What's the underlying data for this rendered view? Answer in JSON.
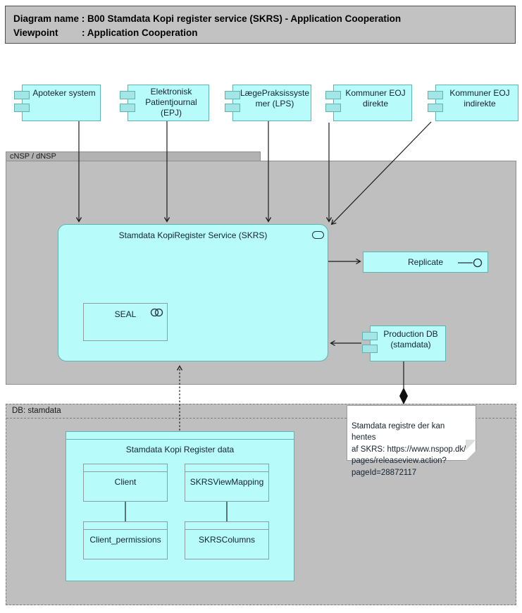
{
  "title": {
    "line1": "Diagram name : B00 Stamdata Kopi register service (SKRS) - Application Cooperation",
    "line2_label": "Viewpoint",
    "line2_value": ": Application Cooperation"
  },
  "actors": [
    {
      "label": "Apoteker system"
    },
    {
      "label": "Elektronisk\nPatientjournal\n(EPJ)"
    },
    {
      "label": "LægePraksissyste\nmer (LPS)"
    },
    {
      "label": "Kommuner EOJ\ndirekte"
    },
    {
      "label": "Kommuner EOJ\nindirekte"
    }
  ],
  "groups": {
    "cnsp_label": "cNSP / dNSP",
    "db_label": "DB: stamdata"
  },
  "service": {
    "label": "Stamdata KopiRegister Service (SKRS)"
  },
  "seal": {
    "label": "SEAL"
  },
  "replicate": {
    "label": "Replicate"
  },
  "production_db": {
    "label": "Production DB\n(stamdata)"
  },
  "note": {
    "text": "Stamdata registre der kan hentes\naf SKRS: https://www.nspop.dk/\npages/releaseview.action?\npageId=28872117"
  },
  "database": {
    "title": "Stamdata Kopi Register data",
    "tables": [
      {
        "name": "Client"
      },
      {
        "name": "SKRSViewMapping"
      },
      {
        "name": "Client_permissions"
      },
      {
        "name": "SKRSColumns"
      }
    ]
  },
  "colors": {
    "element_fill": "#b8fbfb",
    "element_border": "#5fb3b3",
    "group_fill": "#bfbfbf",
    "title_fill": "#c2c2c2",
    "note_fill": "#ffffff",
    "line": "#1a1a1a"
  }
}
